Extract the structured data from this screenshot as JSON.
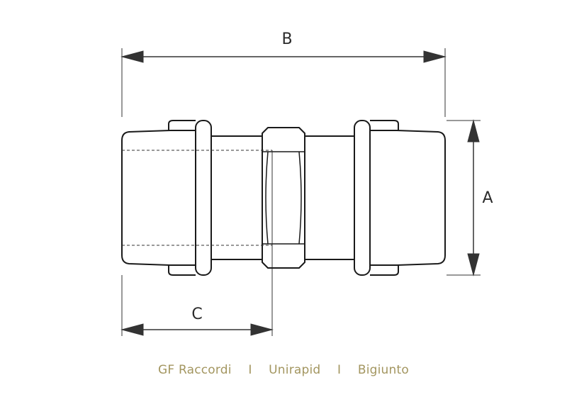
{
  "dimensions": {
    "a_label": "A",
    "b_label": "B",
    "c_label": "C"
  },
  "footer": {
    "brand": "GF Raccordi",
    "separator": "I",
    "line": "Unirapid",
    "product": "Bigiunto"
  }
}
